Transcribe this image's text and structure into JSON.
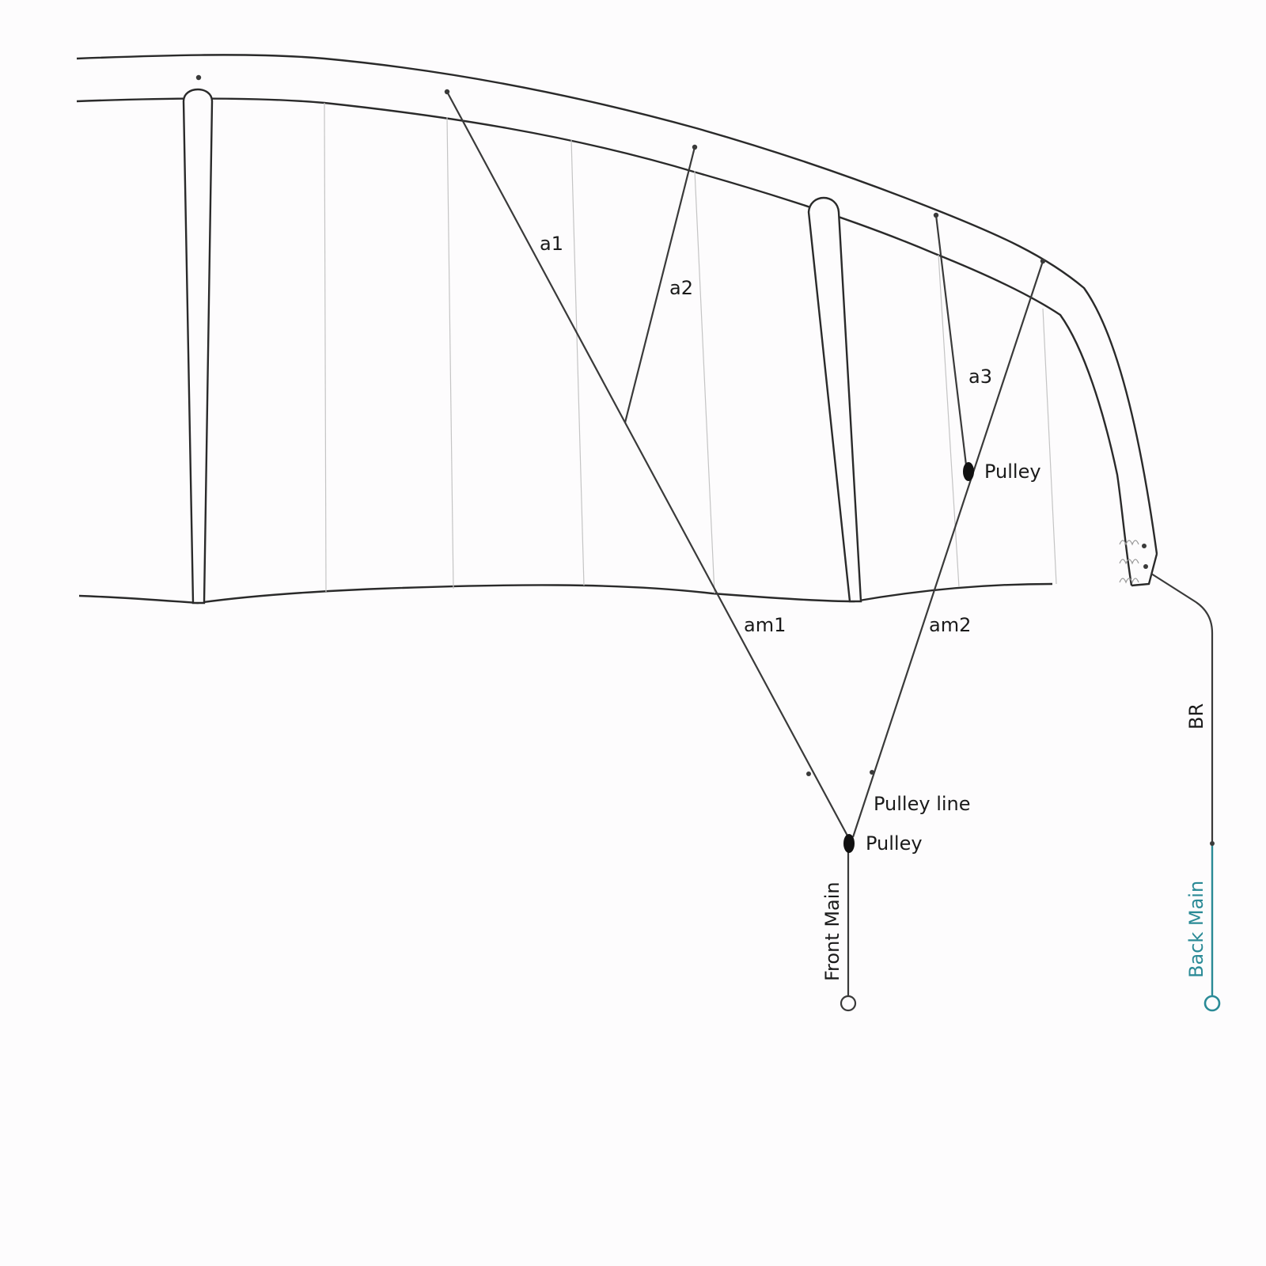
{
  "labels": {
    "a1": "a1",
    "a2": "a2",
    "a3": "a3",
    "am1": "am1",
    "am2": "am2",
    "pulley_upper": "Pulley",
    "pulley_lower": "Pulley",
    "pulley_line": "Pulley line",
    "front_main": "Front Main",
    "br": "BR",
    "back_main": "Back Main"
  },
  "colors": {
    "line": "#3a3a3a",
    "back_main": "#2a8a96"
  }
}
